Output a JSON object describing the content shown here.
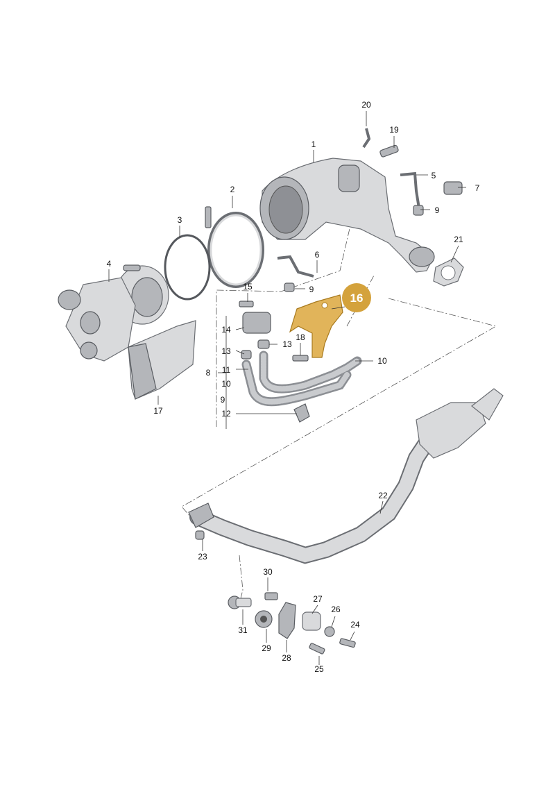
{
  "labels": {
    "p1": "1",
    "p2": "2",
    "p3": "3",
    "p4": "4",
    "p5": "5",
    "p6": "6",
    "p7": "7",
    "p8": "8",
    "p9a": "9",
    "p9b": "9",
    "p9c": "9",
    "p10a": "10",
    "p10b": "10",
    "p11": "11",
    "p12": "12",
    "p13a": "13",
    "p13b": "13",
    "p14": "14",
    "p15": "15",
    "p17": "17",
    "p18": "18",
    "p19": "19",
    "p20": "20",
    "p21": "21",
    "p22": "22",
    "p23": "23",
    "p24": "24",
    "p25": "25",
    "p26": "26",
    "p27": "27",
    "p28": "28",
    "p29": "29",
    "p30": "30",
    "p31": "31"
  },
  "highlight": {
    "label": "16",
    "color": "#d4a23c"
  }
}
